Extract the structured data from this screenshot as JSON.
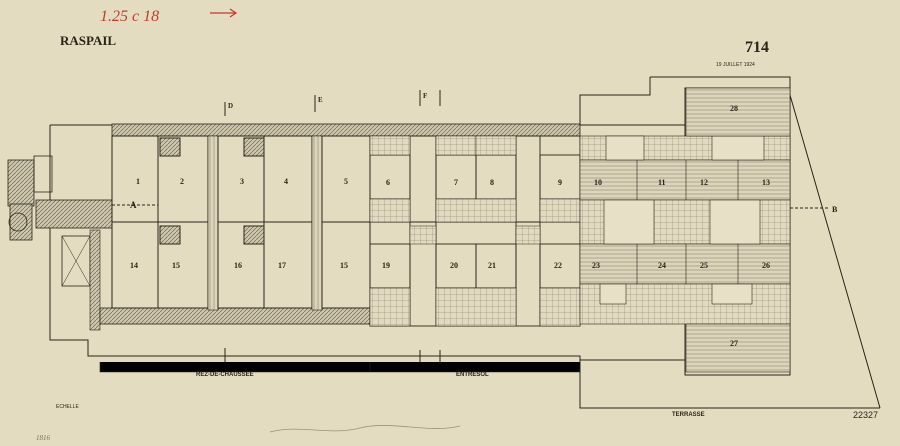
{
  "sheet": {
    "title": "RASPAIL",
    "number": "714",
    "date": "19 JUILLET 1924",
    "handwritten_note": "1.25 c 18",
    "scale_label": "ECHELLE",
    "archive_number": "22327",
    "corner_stamp": "1816"
  },
  "sections": {
    "a": "A",
    "b": "B",
    "d": "D",
    "e": "E",
    "f": "F"
  },
  "floors": {
    "ground": "REZ-DE-CHAUSSEE",
    "mezzanine": "ENTRESOL",
    "terrace": "TERRASSE"
  },
  "rooms": {
    "r1": "1",
    "r2": "2",
    "r3": "3",
    "r4": "4",
    "r5": "5",
    "r6": "6",
    "r7": "7",
    "r8": "8",
    "r9": "9",
    "r10": "10",
    "r11": "11",
    "r12": "12",
    "r13": "13",
    "r14": "14",
    "r15a": "15",
    "r15b": "15",
    "r16": "16",
    "r17": "17",
    "r19": "19",
    "r20": "20",
    "r21": "21",
    "r22": "22",
    "r23": "23",
    "r24": "24",
    "r25": "25",
    "r26": "26",
    "r27": "27",
    "r28": "28"
  },
  "colors": {
    "paper": "#e8e0c6",
    "ink": "#2a2418",
    "hatch": "#8c8470",
    "red": "#c23a2c"
  }
}
